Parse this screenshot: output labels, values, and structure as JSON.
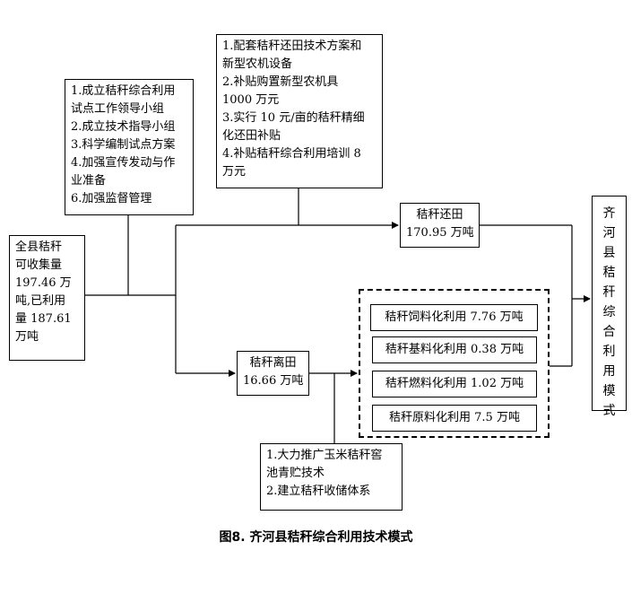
{
  "diagram": {
    "source_box": {
      "lines": [
        "全县秸秆",
        "可收集量",
        "197.46 万",
        "吨,已利用",
        "量 187.61",
        "万吨"
      ]
    },
    "top_left_box": {
      "lines": [
        "1.成立秸秆综合利用",
        "试点工作领导小组",
        "2.成立技术指导小组",
        "3.科学编制试点方案",
        "4.加强宣传发动与作",
        "业准备",
        "6.加强监督管理"
      ]
    },
    "top_mid_box": {
      "lines": [
        "1.配套秸秆还田技术方案和",
        "新型农机设备",
        "2.补贴购置新型农机具",
        "1000 万元",
        "3.实行 10 元/亩的秸秆精细",
        "化还田补贴",
        "4.补贴秸秆综合利用培训 8",
        "万元"
      ]
    },
    "return_box": {
      "lines": [
        "秸秆还田",
        "170.95 万吨"
      ]
    },
    "offfield_box": {
      "lines": [
        "秸秆离田",
        "16.66 万吨"
      ]
    },
    "uses": [
      {
        "label": "秸秆饲料化利用 7.76 万吨"
      },
      {
        "label": "秸秆基料化利用 0.38 万吨"
      },
      {
        "label": "秸秆燃料化利用 1.02 万吨"
      },
      {
        "label": "秸秆原料化利用 7.5 万吨"
      }
    ],
    "bottom_box": {
      "lines": [
        "1.大力推广玉米秸秆窖",
        "池青贮技术",
        "2.建立秸秆收储体系"
      ]
    },
    "result_box": {
      "chars": [
        "齐",
        "河",
        "县",
        "秸",
        "秆",
        "综",
        "合",
        "利",
        "用",
        "模",
        "式"
      ]
    }
  },
  "caption": "图8. 齐河县秸秆综合利用技术模式"
}
